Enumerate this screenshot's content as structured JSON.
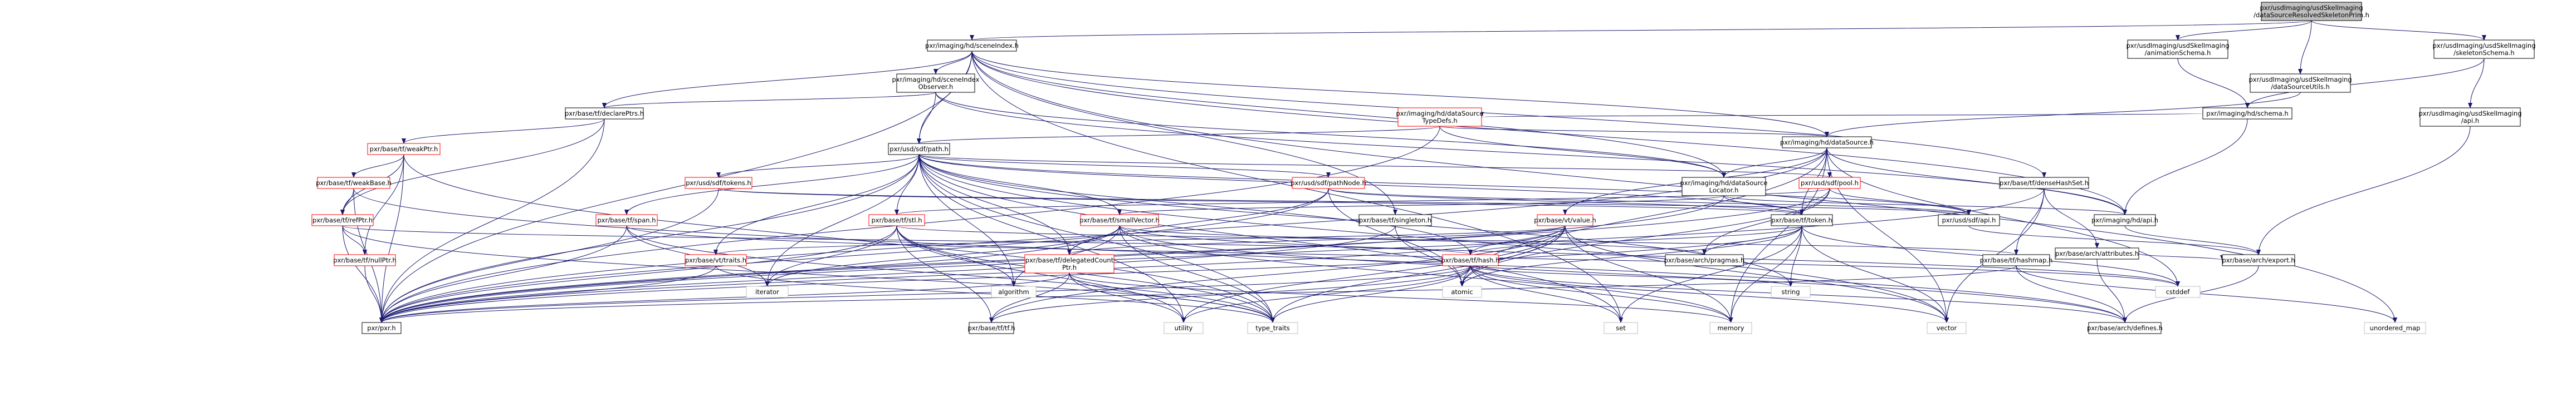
{
  "colors": {
    "edge": "#191970",
    "documented_border": "#000000",
    "truncated_border": "#ff0000",
    "undocumented_border": "#bfbfbf",
    "root_fill": "#bfbfbf"
  },
  "nodes": [
    {
      "id": "root",
      "lines": [
        "pxr/usdImaging/usdSkelImaging",
        "/dataSourceResolvedSkeletonPrim.h"
      ],
      "kind": "root"
    },
    {
      "id": "sceneIndex",
      "lines": [
        "pxr/imaging/hd/sceneIndex.h"
      ],
      "kind": "normal"
    },
    {
      "id": "animSchema",
      "lines": [
        "pxr/usdImaging/usdSkelImaging",
        "/animationSchema.h"
      ],
      "kind": "normal"
    },
    {
      "id": "skelSchema",
      "lines": [
        "pxr/usdImaging/usdSkelImaging",
        "/skeletonSchema.h"
      ],
      "kind": "normal"
    },
    {
      "id": "observer",
      "lines": [
        "pxr/imaging/hd/sceneIndex",
        "Observer.h"
      ],
      "kind": "normal"
    },
    {
      "id": "dsUtils",
      "lines": [
        "pxr/usdImaging/usdSkelImaging",
        "/dataSourceUtils.h"
      ],
      "kind": "normal"
    },
    {
      "id": "schema",
      "lines": [
        "pxr/imaging/hd/schema.h"
      ],
      "kind": "normal"
    },
    {
      "id": "skelApi",
      "lines": [
        "pxr/usdImaging/usdSkelImaging",
        "/api.h"
      ],
      "kind": "normal"
    },
    {
      "id": "declarePtrs",
      "lines": [
        "pxr/base/tf/declarePtrs.h"
      ],
      "kind": "normal"
    },
    {
      "id": "dsTypeDefs",
      "lines": [
        "pxr/imaging/hd/dataSource",
        "TypeDefs.h"
      ],
      "kind": "red"
    },
    {
      "id": "dataSource",
      "lines": [
        "pxr/imaging/hd/dataSource.h"
      ],
      "kind": "normal"
    },
    {
      "id": "weakPtr",
      "lines": [
        "pxr/base/tf/weakPtr.h"
      ],
      "kind": "red"
    },
    {
      "id": "sdfPath",
      "lines": [
        "pxr/usd/sdf/path.h"
      ],
      "kind": "normal"
    },
    {
      "id": "weakBase",
      "lines": [
        "pxr/base/tf/weakBase.h"
      ],
      "kind": "red"
    },
    {
      "id": "sdfTokens",
      "lines": [
        "pxr/usd/sdf/tokens.h"
      ],
      "kind": "red"
    },
    {
      "id": "pathNode",
      "lines": [
        "pxr/usd/sdf/pathNode.h"
      ],
      "kind": "red"
    },
    {
      "id": "dsLocator",
      "lines": [
        "pxr/imaging/hd/dataSource",
        "Locator.h"
      ],
      "kind": "normal"
    },
    {
      "id": "sdfPool",
      "lines": [
        "pxr/usd/sdf/pool.h"
      ],
      "kind": "red"
    },
    {
      "id": "denseHashSet",
      "lines": [
        "pxr/base/tf/denseHashSet.h"
      ],
      "kind": "normal"
    },
    {
      "id": "refPtr",
      "lines": [
        "pxr/base/tf/refPtr.h"
      ],
      "kind": "red"
    },
    {
      "id": "span",
      "lines": [
        "pxr/base/tf/span.h"
      ],
      "kind": "red"
    },
    {
      "id": "tfStl",
      "lines": [
        "pxr/base/tf/stl.h"
      ],
      "kind": "red"
    },
    {
      "id": "smallVector",
      "lines": [
        "pxr/base/tf/smallVector.h"
      ],
      "kind": "red"
    },
    {
      "id": "singleton",
      "lines": [
        "pxr/base/tf/singleton.h"
      ],
      "kind": "normal"
    },
    {
      "id": "vtValue",
      "lines": [
        "pxr/base/vt/value.h"
      ],
      "kind": "red"
    },
    {
      "id": "tfToken",
      "lines": [
        "pxr/base/tf/token.h"
      ],
      "kind": "normal"
    },
    {
      "id": "sdfApi",
      "lines": [
        "pxr/usd/sdf/api.h"
      ],
      "kind": "normal"
    },
    {
      "id": "hdApi",
      "lines": [
        "pxr/imaging/hd/api.h"
      ],
      "kind": "normal"
    },
    {
      "id": "archAttributes",
      "lines": [
        "pxr/base/arch/attributes.h"
      ],
      "kind": "normal"
    },
    {
      "id": "nullPtr",
      "lines": [
        "pxr/base/tf/nullPtr.h"
      ],
      "kind": "red"
    },
    {
      "id": "vtTraits",
      "lines": [
        "pxr/base/vt/traits.h"
      ],
      "kind": "red"
    },
    {
      "id": "delegatedCountPtr",
      "lines": [
        "pxr/base/tf/delegatedCount",
        "Ptr.h"
      ],
      "kind": "red"
    },
    {
      "id": "tfHash",
      "lines": [
        "pxr/base/tf/hash.h"
      ],
      "kind": "red"
    },
    {
      "id": "archPragmas",
      "lines": [
        "pxr/base/arch/pragmas.h"
      ],
      "kind": "normal"
    },
    {
      "id": "tfHashMap",
      "lines": [
        "pxr/base/tf/hashmap.h"
      ],
      "kind": "normal"
    },
    {
      "id": "archExport",
      "lines": [
        "pxr/base/arch/export.h"
      ],
      "kind": "normal"
    },
    {
      "id": "pxr",
      "lines": [
        "pxr/pxr.h"
      ],
      "kind": "normal"
    },
    {
      "id": "tfTf",
      "lines": [
        "pxr/base/tf/tf.h"
      ],
      "kind": "normal"
    },
    {
      "id": "archDefines",
      "lines": [
        "pxr/base/arch/defines.h"
      ],
      "kind": "normal"
    },
    {
      "id": "iterator",
      "lines": [
        "iterator"
      ],
      "kind": "grey"
    },
    {
      "id": "algorithm",
      "lines": [
        "algorithm"
      ],
      "kind": "grey"
    },
    {
      "id": "utility",
      "lines": [
        "utility"
      ],
      "kind": "grey"
    },
    {
      "id": "typeTraits",
      "lines": [
        "type_traits"
      ],
      "kind": "grey"
    },
    {
      "id": "atomic",
      "lines": [
        "atomic"
      ],
      "kind": "grey"
    },
    {
      "id": "set",
      "lines": [
        "set"
      ],
      "kind": "grey"
    },
    {
      "id": "memory",
      "lines": [
        "memory"
      ],
      "kind": "grey"
    },
    {
      "id": "string",
      "lines": [
        "string"
      ],
      "kind": "grey"
    },
    {
      "id": "vector",
      "lines": [
        "vector"
      ],
      "kind": "grey"
    },
    {
      "id": "cstddef",
      "lines": [
        "cstddef"
      ],
      "kind": "grey"
    },
    {
      "id": "unorderedMap",
      "lines": [
        "unordered_map"
      ],
      "kind": "grey"
    }
  ],
  "edges": [
    [
      "root",
      "sceneIndex"
    ],
    [
      "root",
      "animSchema"
    ],
    [
      "root",
      "skelSchema"
    ],
    [
      "root",
      "dsUtils"
    ],
    [
      "animSchema",
      "schema"
    ],
    [
      "skelSchema",
      "schema"
    ],
    [
      "skelSchema",
      "skelApi"
    ],
    [
      "sceneIndex",
      "observer"
    ],
    [
      "sceneIndex",
      "declarePtrs"
    ],
    [
      "sceneIndex",
      "sdfPath"
    ],
    [
      "sceneIndex",
      "dataSource"
    ],
    [
      "sceneIndex",
      "dsLocator"
    ],
    [
      "sceneIndex",
      "denseHashSet"
    ],
    [
      "sceneIndex",
      "hdApi"
    ],
    [
      "sceneIndex",
      "pxr"
    ],
    [
      "sceneIndex",
      "set"
    ],
    [
      "sceneIndex",
      "unorderedMap"
    ],
    [
      "sceneIndex",
      "singleton"
    ],
    [
      "observer",
      "declarePtrs"
    ],
    [
      "observer",
      "sdfPath"
    ],
    [
      "observer",
      "dsLocator"
    ],
    [
      "observer",
      "hdApi"
    ],
    [
      "dsUtils",
      "dataSource"
    ],
    [
      "schema",
      "dsTypeDefs"
    ],
    [
      "schema",
      "hdApi"
    ],
    [
      "skelApi",
      "archExport"
    ],
    [
      "declarePtrs",
      "weakPtr"
    ],
    [
      "declarePtrs",
      "refPtr"
    ],
    [
      "declarePtrs",
      "pxr"
    ],
    [
      "dsTypeDefs",
      "sdfPath"
    ],
    [
      "dsTypeDefs",
      "dsLocator"
    ],
    [
      "dsTypeDefs",
      "dataSource"
    ],
    [
      "dsTypeDefs",
      "pxr"
    ],
    [
      "dataSource",
      "dsLocator"
    ],
    [
      "dataSource",
      "hdApi"
    ],
    [
      "dataSource",
      "vtValue"
    ],
    [
      "dataSource",
      "tfToken"
    ],
    [
      "dataSource",
      "vector"
    ],
    [
      "dataSource",
      "memory"
    ],
    [
      "dataSource",
      "atomic"
    ],
    [
      "dataSource",
      "cstddef"
    ],
    [
      "dataSource",
      "pxr"
    ],
    [
      "weakPtr",
      "weakBase"
    ],
    [
      "weakPtr",
      "refPtr"
    ],
    [
      "weakPtr",
      "nullPtr"
    ],
    [
      "weakPtr",
      "pxr"
    ],
    [
      "weakPtr",
      "typeTraits"
    ],
    [
      "weakBase",
      "refPtr"
    ],
    [
      "weakBase",
      "pxr"
    ],
    [
      "weakBase",
      "archDefines"
    ],
    [
      "sdfPath",
      "sdfTokens"
    ],
    [
      "sdfPath",
      "pathNode"
    ],
    [
      "sdfPath",
      "sdfPool"
    ],
    [
      "sdfPath",
      "span"
    ],
    [
      "sdfPath",
      "tfStl"
    ],
    [
      "sdfPath",
      "smallVector"
    ],
    [
      "sdfPath",
      "vtTraits"
    ],
    [
      "sdfPath",
      "tfToken"
    ],
    [
      "sdfPath",
      "delegatedCountPtr"
    ],
    [
      "sdfPath",
      "sdfApi"
    ],
    [
      "sdfPath",
      "pxr"
    ],
    [
      "sdfPath",
      "iterator"
    ],
    [
      "sdfPath",
      "set"
    ],
    [
      "sdfPath",
      "string"
    ],
    [
      "sdfPath",
      "typeTraits"
    ],
    [
      "sdfPath",
      "utility"
    ],
    [
      "sdfPath",
      "vector"
    ],
    [
      "sdfPath",
      "algorithm"
    ],
    [
      "sdfPath",
      "tfHash"
    ],
    [
      "sdfTokens",
      "sdfApi"
    ],
    [
      "sdfTokens",
      "tfToken"
    ],
    [
      "sdfTokens",
      "pxr"
    ],
    [
      "pathNode",
      "tfToken"
    ],
    [
      "pathNode",
      "delegatedCountPtr"
    ],
    [
      "pathNode",
      "sdfApi"
    ],
    [
      "pathNode",
      "pxr"
    ],
    [
      "pathNode",
      "atomic"
    ],
    [
      "dsLocator",
      "tfToken"
    ],
    [
      "dsLocator",
      "smallVector"
    ],
    [
      "dsLocator",
      "hdApi"
    ],
    [
      "dsLocator",
      "pxr"
    ],
    [
      "sdfPool",
      "sdfApi"
    ],
    [
      "sdfPool",
      "archPragmas"
    ],
    [
      "sdfPool",
      "tfStl"
    ],
    [
      "sdfPool",
      "pxr"
    ],
    [
      "sdfPool",
      "atomic"
    ],
    [
      "denseHashSet",
      "archAttributes"
    ],
    [
      "denseHashSet",
      "tfHashMap"
    ],
    [
      "denseHashSet",
      "pxr"
    ],
    [
      "denseHashSet",
      "vector"
    ],
    [
      "refPtr",
      "nullPtr"
    ],
    [
      "refPtr",
      "pxr"
    ],
    [
      "refPtr",
      "typeTraits"
    ],
    [
      "refPtr",
      "tfHash"
    ],
    [
      "span",
      "pxr"
    ],
    [
      "span",
      "iterator"
    ],
    [
      "span",
      "typeTraits"
    ],
    [
      "span",
      "cstddef"
    ],
    [
      "tfStl",
      "pxr"
    ],
    [
      "tfStl",
      "iterator"
    ],
    [
      "tfStl",
      "algorithm"
    ],
    [
      "tfStl",
      "utility"
    ],
    [
      "tfStl",
      "typeTraits"
    ],
    [
      "tfStl",
      "tfHashMap"
    ],
    [
      "tfStl",
      "tfTf"
    ],
    [
      "smallVector",
      "pxr"
    ],
    [
      "smallVector",
      "archDefines"
    ],
    [
      "smallVector",
      "archPragmas"
    ],
    [
      "smallVector",
      "memory"
    ],
    [
      "smallVector",
      "iterator"
    ],
    [
      "smallVector",
      "algorithm"
    ],
    [
      "smallVector",
      "typeTraits"
    ],
    [
      "smallVector",
      "cstddef"
    ],
    [
      "singleton",
      "pxr"
    ],
    [
      "singleton",
      "atomic"
    ],
    [
      "vtValue",
      "pxr"
    ],
    [
      "vtValue",
      "vtTraits"
    ],
    [
      "vtValue",
      "tfHash"
    ],
    [
      "vtValue",
      "delegatedCountPtr"
    ],
    [
      "vtValue",
      "typeTraits"
    ],
    [
      "vtValue",
      "utility"
    ],
    [
      "vtValue",
      "memory"
    ],
    [
      "vtValue",
      "vector"
    ],
    [
      "vtValue",
      "atomic"
    ],
    [
      "vtValue",
      "tfTf"
    ],
    [
      "tfToken",
      "pxr"
    ],
    [
      "tfToken",
      "tfHash"
    ],
    [
      "tfToken",
      "set"
    ],
    [
      "tfToken",
      "string"
    ],
    [
      "tfToken",
      "vector"
    ],
    [
      "tfToken",
      "atomic"
    ],
    [
      "tfToken",
      "memory"
    ],
    [
      "tfToken",
      "archPragmas"
    ],
    [
      "tfToken",
      "cstddef"
    ],
    [
      "sdfApi",
      "archExport"
    ],
    [
      "hdApi",
      "archExport"
    ],
    [
      "archAttributes",
      "archExport"
    ],
    [
      "archAttributes",
      "archDefines"
    ],
    [
      "vtTraits",
      "pxr"
    ],
    [
      "vtTraits",
      "typeTraits"
    ],
    [
      "delegatedCountPtr",
      "pxr"
    ],
    [
      "delegatedCountPtr",
      "tfTf"
    ],
    [
      "delegatedCountPtr",
      "utility"
    ],
    [
      "delegatedCountPtr",
      "typeTraits"
    ],
    [
      "delegatedCountPtr",
      "memory"
    ],
    [
      "tfHash",
      "pxr"
    ],
    [
      "tfHash",
      "tfTf"
    ],
    [
      "tfHash",
      "set"
    ],
    [
      "tfHash",
      "memory"
    ],
    [
      "tfHash",
      "string"
    ],
    [
      "tfHash",
      "vector"
    ],
    [
      "tfHash",
      "utility"
    ],
    [
      "tfHash",
      "typeTraits"
    ],
    [
      "tfHash",
      "archDefines"
    ],
    [
      "tfHashMap",
      "archDefines"
    ],
    [
      "tfHashMap",
      "pxr"
    ],
    [
      "tfHashMap",
      "unorderedMap"
    ],
    [
      "archExport",
      "archDefines"
    ],
    [
      "nullPtr",
      "pxr"
    ]
  ]
}
